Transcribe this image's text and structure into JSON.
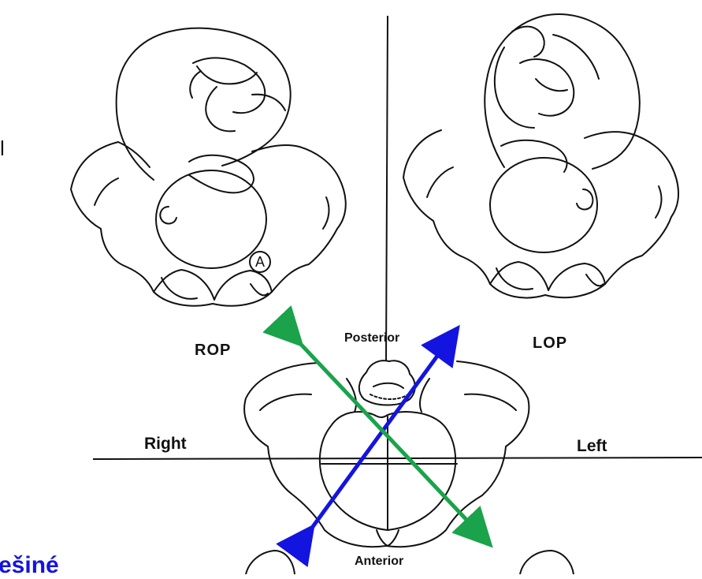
{
  "labels": {
    "rop": "ROP",
    "lop": "LOP",
    "posterior": "Posterior",
    "anterior": "Anterior",
    "right": "Right",
    "left": "Left",
    "figure_marker": "A",
    "partial_left_char": "l",
    "partial_bottom_text": "ešiné"
  },
  "colors": {
    "line": "#111111",
    "arrow_blue": "#1414e0",
    "arrow_green": "#1aa34a",
    "background": "#ffffff"
  }
}
